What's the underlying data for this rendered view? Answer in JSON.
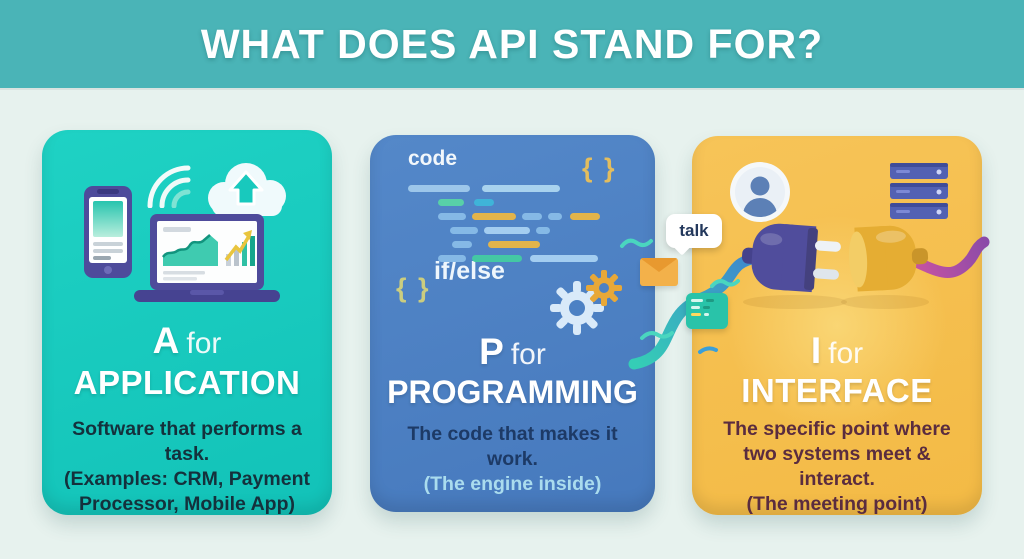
{
  "palette": {
    "page_bg": "#e7f2ee",
    "header_bg": "#4ab4b7",
    "card_application_bg": "#18c9bd",
    "card_programming_bg": "#4c81c4",
    "card_interface_bg": "#f6c04f",
    "title_text": "#ffffff",
    "card_application_body_text": "#14313c",
    "card_programming_body_text": "#1d3a66",
    "card_programming_subtitle_text": "#aadcee",
    "card_interface_body_text": "#5a2c3f",
    "device_purple": "#504d9c",
    "plug_yellow": "#e5ad33",
    "cable_teal": "#35cdb6",
    "cable_magenta": "#c653a2",
    "code_bar_blue": "#85b9e6",
    "code_bar_yellow": "#e2b44b",
    "code_bar_green": "#44c8a4"
  },
  "header": {
    "title": "WHAT DOES API STAND FOR?"
  },
  "cards": [
    {
      "letter": "A",
      "for_word": "for",
      "word": "APPLICATION",
      "description": "Software that performs a task.",
      "example": "(Examples: CRM, Payment Processor, Mobile App)"
    },
    {
      "letter": "P",
      "for_word": "for",
      "word": "PROGRAMMING",
      "description": "The code that makes it work.",
      "subtitle": "(The engine inside)",
      "decor": {
        "code_label": "code",
        "ifelse_label": "if/else",
        "braces": "{ }"
      }
    },
    {
      "letter": "I",
      "for_word": "for",
      "word": "INTERFACE",
      "description": "The specific point where two systems meet & interact.",
      "subtitle": "(The meeting point)"
    }
  ],
  "connector": {
    "talk_label": "talk"
  }
}
